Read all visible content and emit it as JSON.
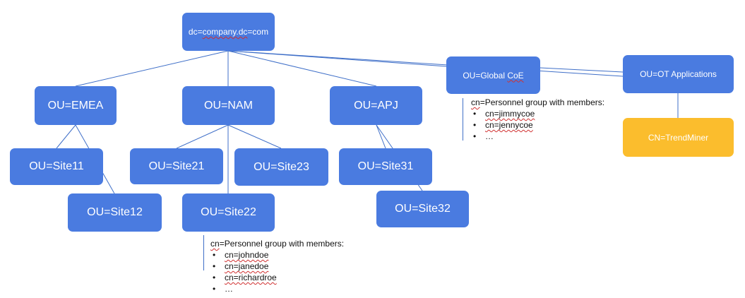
{
  "root": {
    "label": "dc=company.dc=com"
  },
  "ous": {
    "emea": "OU=EMEA",
    "nam": "OU=NAM",
    "apj": "OU=APJ",
    "global_coe": "OU=Global CoE",
    "ot_applications": "OU=OT Applications"
  },
  "sites": {
    "site11": "OU=Site11",
    "site12": "OU=Site12",
    "site21": "OU=Site21",
    "site22": "OU=Site22",
    "site23": "OU=Site23",
    "site31": "OU=Site31",
    "site32": "OU=Site32"
  },
  "trendminer": "CN=TrendMiner",
  "global_note": {
    "heading": "cn=Personnel group with members:",
    "members": [
      "cn=jimmycoe",
      "cn=jennycoe",
      "…"
    ]
  },
  "site22_note": {
    "heading": "cn=Personnel group with members:",
    "members": [
      "cn=johndoe",
      "cn=janedoe",
      "cn=richardroe",
      "…"
    ]
  },
  "colors": {
    "node_blue": "#4a7be0",
    "node_orange": "#fbbd2d",
    "connector": "#3f6fc8"
  }
}
